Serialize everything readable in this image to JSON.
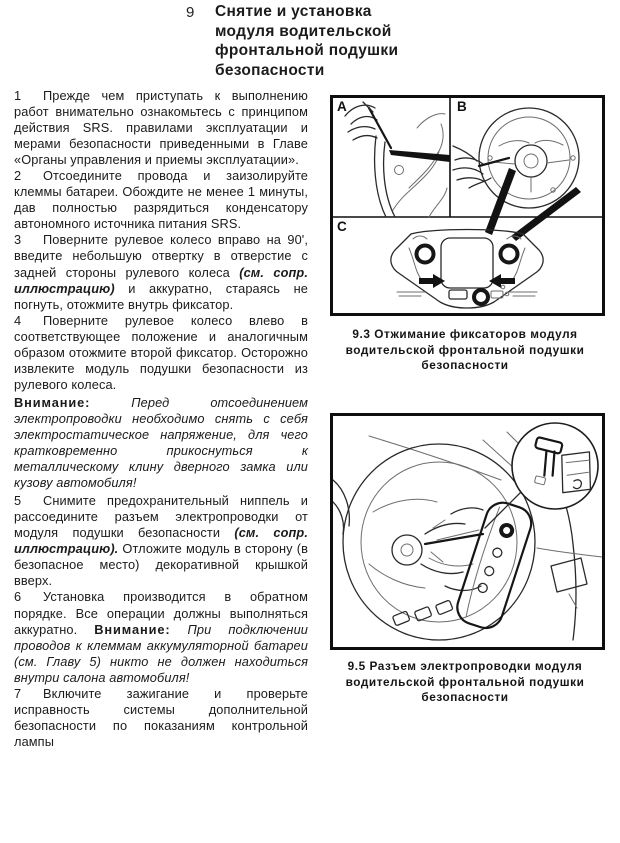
{
  "header": {
    "number": "9",
    "title_lines": [
      "Снятие и установка",
      "модуля водительской",
      "фронтальной подушки",
      "безопасности"
    ]
  },
  "steps": {
    "s1": {
      "num": "1",
      "text": "Прежде чем приступать к выполнению работ внимательно ознакомьтесь с принципом действия SRS. правилами эксплуатации и мерами безопасности приведенными в Главе «Органы управления и приемы эксплуатации»."
    },
    "s2": {
      "num": "2",
      "text": "Отсоедините провода и заизолируйте клеммы батареи. Обождите не менее 1 минуты, дав полностью разрядиться конденсатору автономного источника питания SRS."
    },
    "s3": {
      "num": "3",
      "pre": "Поверните рулевое колесо вправо на 90', введите небольшую отвертку в отверстие с задней стороны рулевого колеса ",
      "ref": "(см. сопр. иллюстрацию)",
      "post": " и аккуратно, стараясь не погнуть, отожмите внутрь фиксатор."
    },
    "s4": {
      "num": "4",
      "text": "Поверните рулевое колесо влево в соответствующее положение и аналогичным образом отожмите второй фиксатор. Осторожно извлеките модуль подушки безопасности из рулевого колеса."
    },
    "s5": {
      "num": "5",
      "pre": "Снимите предохранительный ниппель и рассоедините разъем электропроводки от модуля подушки безопасности ",
      "ref": "(см. сопр. иллюстрацию).",
      "post": " Отложите модуль в сторону (в безопасное место) декоративной крышкой вверх."
    },
    "s6": {
      "num": "6",
      "pre": "Установка производится в обратном порядке. Все операции должны выполняться аккуратно. ",
      "warning_label": "Внимание:",
      "post": " При подключении проводов к клеммам аккумуляторной батареи (см. Главу 5) никто не должен находиться внутри салона автомобиля!"
    },
    "s7": {
      "num": "7",
      "text": "Включите зажигание и проверьте исправность системы дополнительной безопасности по показаниям контрольной лампы"
    }
  },
  "warning": {
    "label": "Внимание:",
    "text": "Перед отсоединением электропроводки необходимо снять с себя электростатическое напряжение, для чего кратковременно прикоснуться к металлическому клину дверного замка или кузову автомобиля!"
  },
  "figures": {
    "f93": {
      "panel_labels": [
        "A",
        "B",
        "C"
      ],
      "caption": "9.3 Отжимание фиксаторов модуля водительской фронтальной подушки безопасности"
    },
    "f95": {
      "caption": "9.5 Разъем электропроводки модуля водительской фронтальной подушки безопасности"
    }
  },
  "colors": {
    "ink": "#1b1b1b",
    "paper": "#ffffff",
    "figure_border": "#0e0e0e"
  }
}
